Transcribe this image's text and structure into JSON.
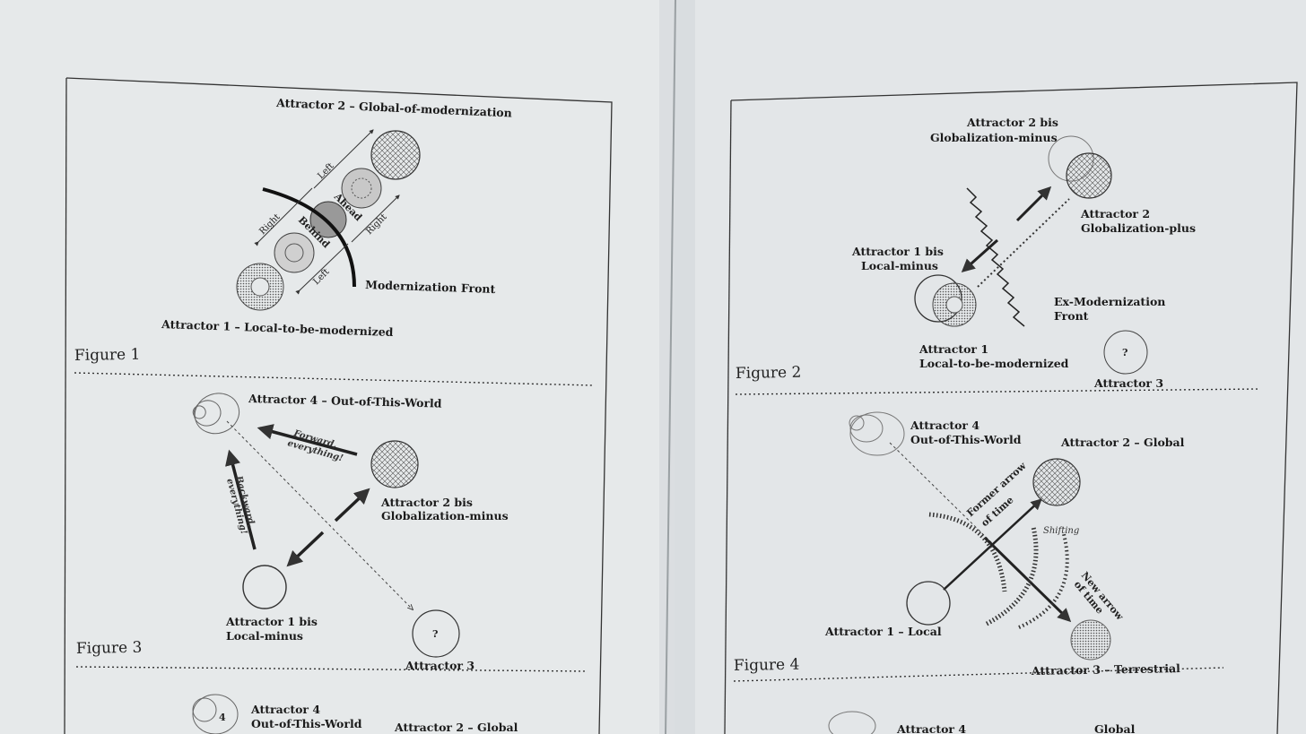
{
  "left_page": {
    "figure1": {
      "caption": "Figure 1",
      "attractor_top": "Attractor 2 – Global-of-modernization",
      "attractor_bottom": "Attractor 1 – Local-to-be-modernized",
      "front_label": "Modernization Front",
      "ahead": "Ahead",
      "behind": "Behind",
      "left_a": "Left",
      "left_b": "Left",
      "right_a": "Right",
      "right_b": "Right"
    },
    "figure3": {
      "caption": "Figure 3",
      "attractor4": "Attractor 4 – Out-of-This-World",
      "forward_1": "Forward,",
      "forward_2": "everything!",
      "backward_1": "Backward,",
      "backward_2": "everything!",
      "attractor2bis_1": "Attractor 2 bis",
      "attractor2bis_2": "Globalization-minus",
      "attractor1bis_1": "Attractor 1 bis",
      "attractor1bis_2": "Local-minus",
      "attractor3": "Attractor 3",
      "question": "?"
    },
    "figure_next": {
      "attractor4_1": "Attractor 4",
      "attractor4_2": "Out-of-This-World",
      "attractor2": "Attractor 2 – Global",
      "number": "4"
    }
  },
  "right_page": {
    "figure2": {
      "caption": "Figure 2",
      "attractor2bis_1": "Attractor 2 bis",
      "attractor2bis_2": "Globalization-minus",
      "attractor2_1": "Attractor 2",
      "attractor2_2": "Globalization-plus",
      "attractor1bis_1": "Attractor 1 bis",
      "attractor1bis_2": "Local-minus",
      "front_1": "Ex-Modernization",
      "front_2": "Front",
      "attractor1_1": "Attractor 1",
      "attractor1_2": "Local-to-be-modernized",
      "attractor3": "Attractor 3",
      "question": "?"
    },
    "figure4": {
      "caption": "Figure 4",
      "attractor4_1": "Attractor 4",
      "attractor4_2": "Out-of-This-World",
      "attractor2": "Attractor 2 – Global",
      "former_1": "Former arrow",
      "former_2": "of time",
      "shifting": "Shifting",
      "new_1": "New arrow",
      "new_2": "of time",
      "attractor1": "Attractor 1 – Local",
      "attractor3": "Attractor 3 – Terrestrial"
    },
    "figure_next": {
      "attractor4": "Attractor 4",
      "global": "Global"
    }
  }
}
